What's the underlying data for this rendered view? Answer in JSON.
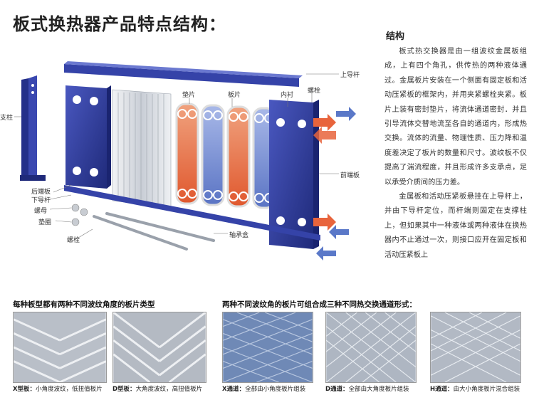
{
  "title": "板式换热器产品特点结构：",
  "structure": {
    "heading": "结构",
    "para1": "板式热交换器是由一组波纹金属板组成，上有四个角孔，供传热的两种液体通过。金属板片安装在一个侧面有固定板和活动压紧板的框架内，并用夹紧螺栓夹紧。板片上装有密封垫片，将流体通道密封．并且引导流体交替地流至各自的通道内，形成热交换。流体的流量、物理性质、压力降和温度差决定了板片的数量和尺寸。波纹板不仅提高了湍流程度，并且形成许多支承点，足以承受介质间的压力差。",
    "para2": "金属板和活动压紧板悬挂在上导杆上，并由下导杆定位，而杆端则固定在支撑柱上，但如果其中一种液体或两种液体在换热器内不止通过一次，则接口应开在固定板和活动压紧板上"
  },
  "labels": {
    "column": "支柱",
    "top_rod": "上导杆",
    "gasket": "垫片",
    "plate": "板片",
    "liner": "内衬",
    "bolt_top": "螺栓",
    "rear_plate": "后端板",
    "bottom_rod": "下导杆",
    "nut": "螺母",
    "washer": "垫圈",
    "bolt_bottom": "螺栓",
    "bearing_box": "轴承盒",
    "front_plate": "前端板"
  },
  "bottom": {
    "left_heading": "每种板型都有两种不同波纹角度的板片类型",
    "right_heading": "两种不同波纹角的板片可组合成三种不同热交换通道形式：",
    "captions": [
      {
        "bold": "X型板：",
        "text": "小角度波纹，低扭值板片"
      },
      {
        "bold": "D型板：",
        "text": "大角度波纹，高扭值板片"
      },
      {
        "bold": "X通道：",
        "text": "全部由小角度板片组装"
      },
      {
        "bold": "D通道：",
        "text": "全部由大角度板片组装"
      },
      {
        "bold": "H通道：",
        "text": "由大小角度板片混合组装"
      }
    ]
  },
  "colors": {
    "frame_blue": "#2f3b9c",
    "hot_orange": "#e8643c",
    "cold_blue": "#5a78c8",
    "plate_gray": "#d9dde3"
  }
}
